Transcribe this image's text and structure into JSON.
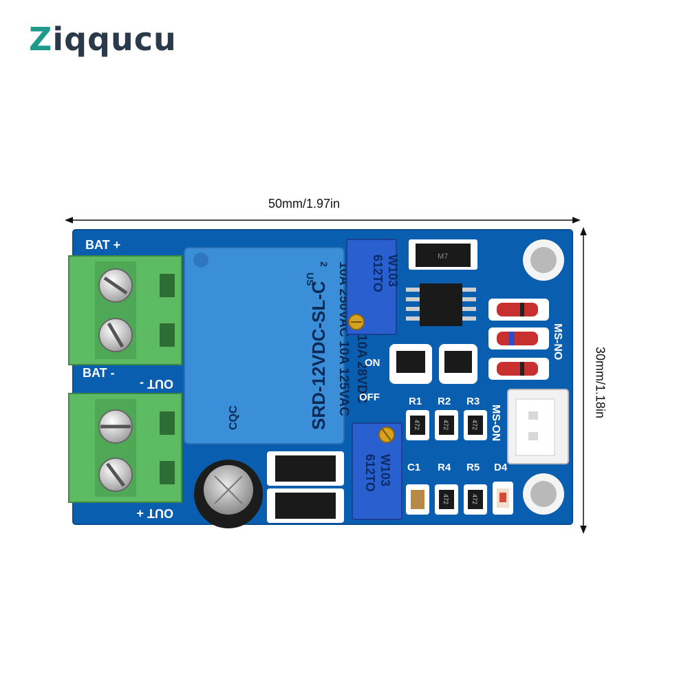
{
  "brand": {
    "name": "Ziqqucu"
  },
  "dimensions": {
    "width": "50mm/1.97in",
    "height": "30mm/1.18in"
  },
  "board": {
    "labels": {
      "bat_plus": "BAT +",
      "bat_minus": "BAT -",
      "out_minus": "OUT -",
      "out_plus": "OUT +",
      "on": "ON",
      "off": "OFF",
      "r1": "R1",
      "r2": "R2",
      "r3": "R3",
      "r4": "R4",
      "r5": "R5",
      "c1": "C1",
      "d4": "D4",
      "ms_no": "MS-NO",
      "ms_on": "MS-ON",
      "resistor_code": "472"
    },
    "relay": {
      "line1": "10A 250VAC 10A 125VAC",
      "line2": "10A 30VDC 10A 28VDC",
      "model": "SRD-12VDC-SL-C",
      "cert": "CQC",
      "us_mark": "US",
      "cert_num": "2"
    },
    "pot_top": {
      "line1": "612TO",
      "line2": "W103"
    },
    "pot_bottom": {
      "line1": "612TO",
      "line2": "W103"
    },
    "chip_top_mark": "M7",
    "colors": {
      "pcb": "#0a5eb0",
      "relay": "#3b8fd8",
      "terminal": "#5dbb63",
      "pot": "#2a5fd0"
    }
  }
}
